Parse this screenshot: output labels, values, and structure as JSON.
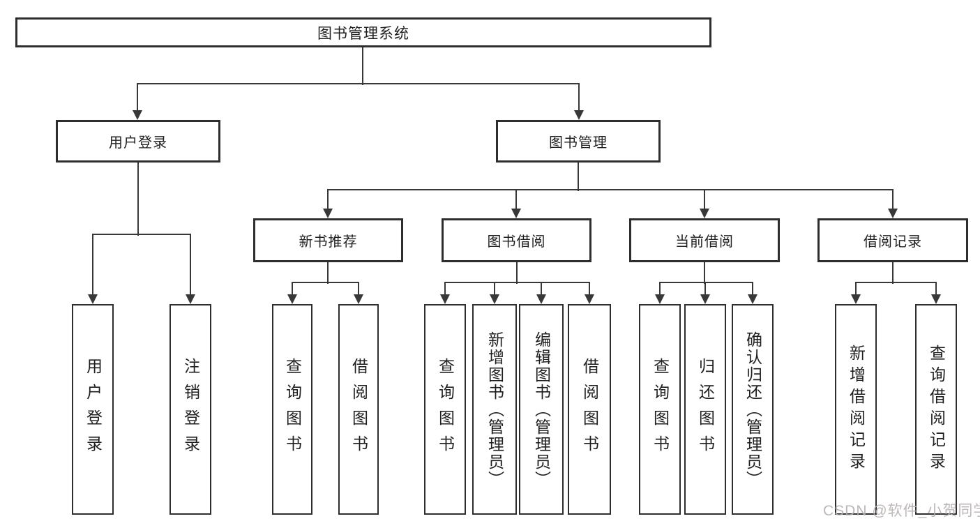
{
  "colors": {
    "line": "#383838",
    "box_border": "#2e2e2e",
    "text": "#1f1f1f",
    "watermark": "#b6b0b0",
    "background": "#ffffff"
  },
  "watermark": {
    "text": "CSDN @软件_小贺同学"
  },
  "tree": {
    "root": {
      "label": "图书管理系统",
      "children": [
        {
          "label": "用户登录",
          "children": [
            {
              "label": "用户登录"
            },
            {
              "label": "注销登录"
            }
          ]
        },
        {
          "label": "图书管理",
          "children": [
            {
              "label": "新书推荐",
              "children": [
                {
                  "label": "查询图书"
                },
                {
                  "label": "借阅图书"
                }
              ]
            },
            {
              "label": "图书借阅",
              "children": [
                {
                  "label": "查询图书"
                },
                {
                  "label": "新增图书（管理员）"
                },
                {
                  "label": "编辑图书（管理员）"
                },
                {
                  "label": "借阅图书"
                }
              ]
            },
            {
              "label": "当前借阅",
              "children": [
                {
                  "label": "查询图书"
                },
                {
                  "label": "归还图书"
                },
                {
                  "label": "确认归还（管理员）"
                }
              ]
            },
            {
              "label": "借阅记录",
              "children": [
                {
                  "label": "新增借阅记录"
                },
                {
                  "label": "查询借阅记录"
                }
              ]
            }
          ]
        }
      ]
    }
  }
}
